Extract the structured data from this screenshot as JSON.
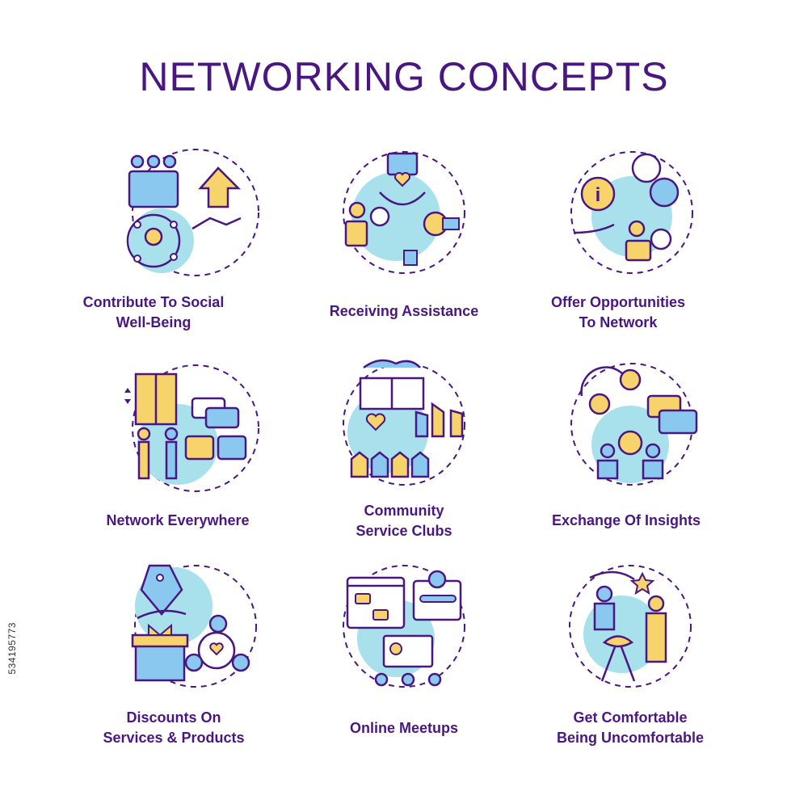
{
  "title": "NETWORKING CONCEPTS",
  "colors": {
    "outline": "#4a1782",
    "accent_blue": "#a8e1ec",
    "accent_yellow": "#f7d46b",
    "accent_blue2": "#8ac8f0"
  },
  "items": [
    {
      "icon": "social-well-being-icon",
      "line1": "Contribute To Social",
      "line2": "Well-Being"
    },
    {
      "icon": "receiving-assistance-icon",
      "line1": "Receiving Assistance",
      "line2": ""
    },
    {
      "icon": "opportunities-network-icon",
      "line1": "Offer Opportunities",
      "line2": "To Network"
    },
    {
      "icon": "network-everywhere-icon",
      "line1": "Network Everywhere",
      "line2": ""
    },
    {
      "icon": "community-service-icon",
      "line1": "Community",
      "line2": "Service Clubs"
    },
    {
      "icon": "exchange-insights-icon",
      "line1": "Exchange Of Insights",
      "line2": ""
    },
    {
      "icon": "discounts-icon",
      "line1": "Discounts On",
      "line2": "Services & Products"
    },
    {
      "icon": "online-meetups-icon",
      "line1": "Online Meetups",
      "line2": ""
    },
    {
      "icon": "comfortable-icon",
      "line1": "Get Comfortable",
      "line2": "Being Uncomfortable"
    }
  ],
  "watermark": "534195773"
}
